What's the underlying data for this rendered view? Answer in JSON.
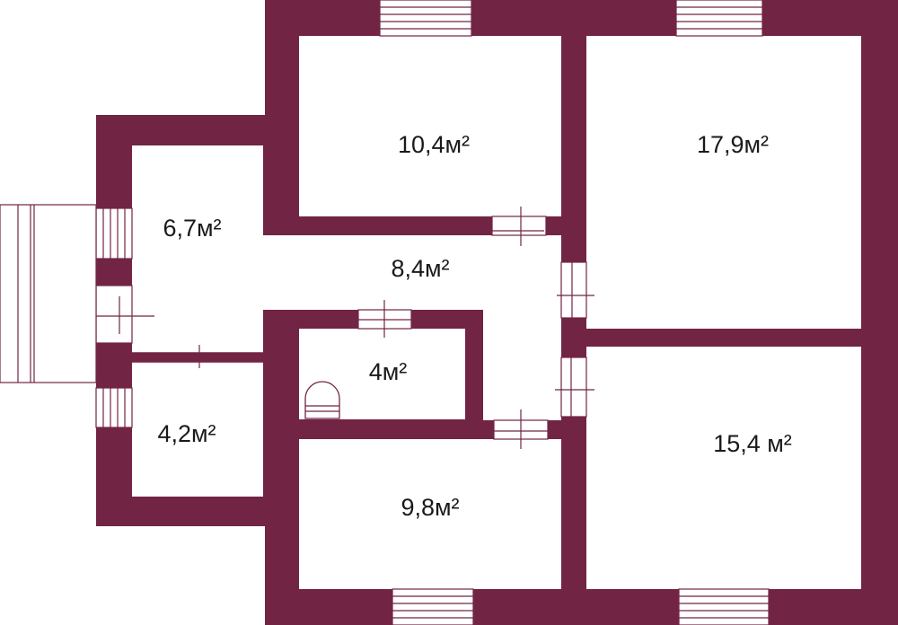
{
  "colors": {
    "wall": "#722444",
    "floor": "#ffffff",
    "line": "#722444"
  },
  "rooms": [
    {
      "id": "room-top-middle",
      "area": "10,4м²"
    },
    {
      "id": "room-top-right",
      "area": "17,9м²"
    },
    {
      "id": "room-entry",
      "area": "6,7м²"
    },
    {
      "id": "room-corridor",
      "area": "8,4м²"
    },
    {
      "id": "room-bathroom",
      "area": "4м²"
    },
    {
      "id": "room-small-left",
      "area": "4,2м²"
    },
    {
      "id": "room-bottom-middle",
      "area": "9,8м²"
    },
    {
      "id": "room-bottom-right",
      "area": "15,4 м²"
    }
  ]
}
